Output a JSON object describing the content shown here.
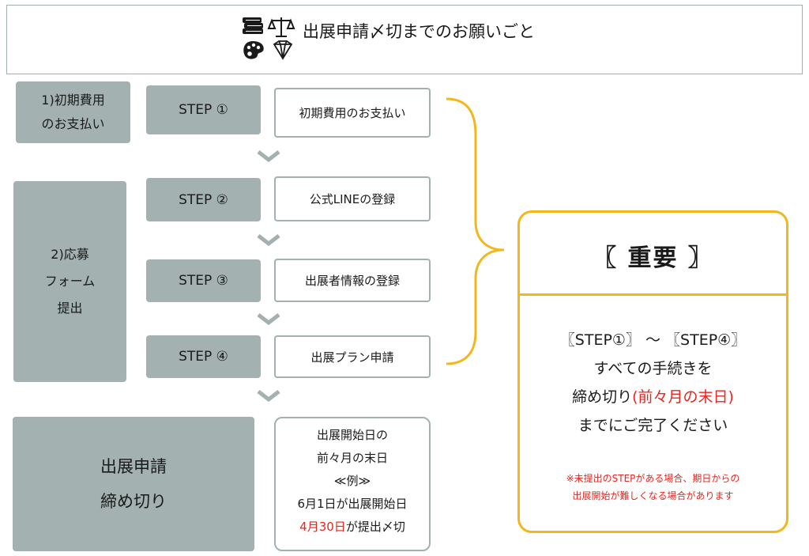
{
  "header": {
    "title": "出展申請〆切までのお願いごと",
    "icons": [
      "books-icon",
      "scales-icon",
      "palette-icon",
      "gem-icon"
    ]
  },
  "sections": [
    {
      "lines": [
        "1)初期費用",
        "のお支払い"
      ]
    },
    {
      "lines": [
        "2)応募",
        "フォーム",
        "提出"
      ]
    },
    {
      "lines": [
        "出展申請",
        "締め切り"
      ]
    }
  ],
  "steps": [
    {
      "label": "STEP ①",
      "task": "初期費用のお支払い"
    },
    {
      "label": "STEP ②",
      "task": "公式LINEの登録"
    },
    {
      "label": "STEP ③",
      "task": "出展者情報の登録"
    },
    {
      "label": "STEP ④",
      "task": "出展プラン申請"
    }
  ],
  "deadline": {
    "line1": "出展開始日の",
    "line2": "前々月の末日",
    "line3": "≪例≫",
    "line4": "6月1日が出展開始日",
    "line5_red": "4月30日",
    "line5_rest": "が提出〆切"
  },
  "important": {
    "title": "〖 重要 〗",
    "line1": "〖STEP①〗 ～ 〖STEP④〗",
    "line2": "すべての手続きを",
    "line3_a": "締め切り",
    "line3_red": "(前々月の末日)",
    "line4": "までにご完了ください",
    "note1": "※未提出のSTEPがある場合、期日からの",
    "note2": "出展開始が難しくなる場合があります"
  },
  "colors": {
    "gray": "#a3b2b0",
    "accent": "#f2b71a",
    "red": "#e8251f",
    "header_border": "#9fb0ae"
  }
}
